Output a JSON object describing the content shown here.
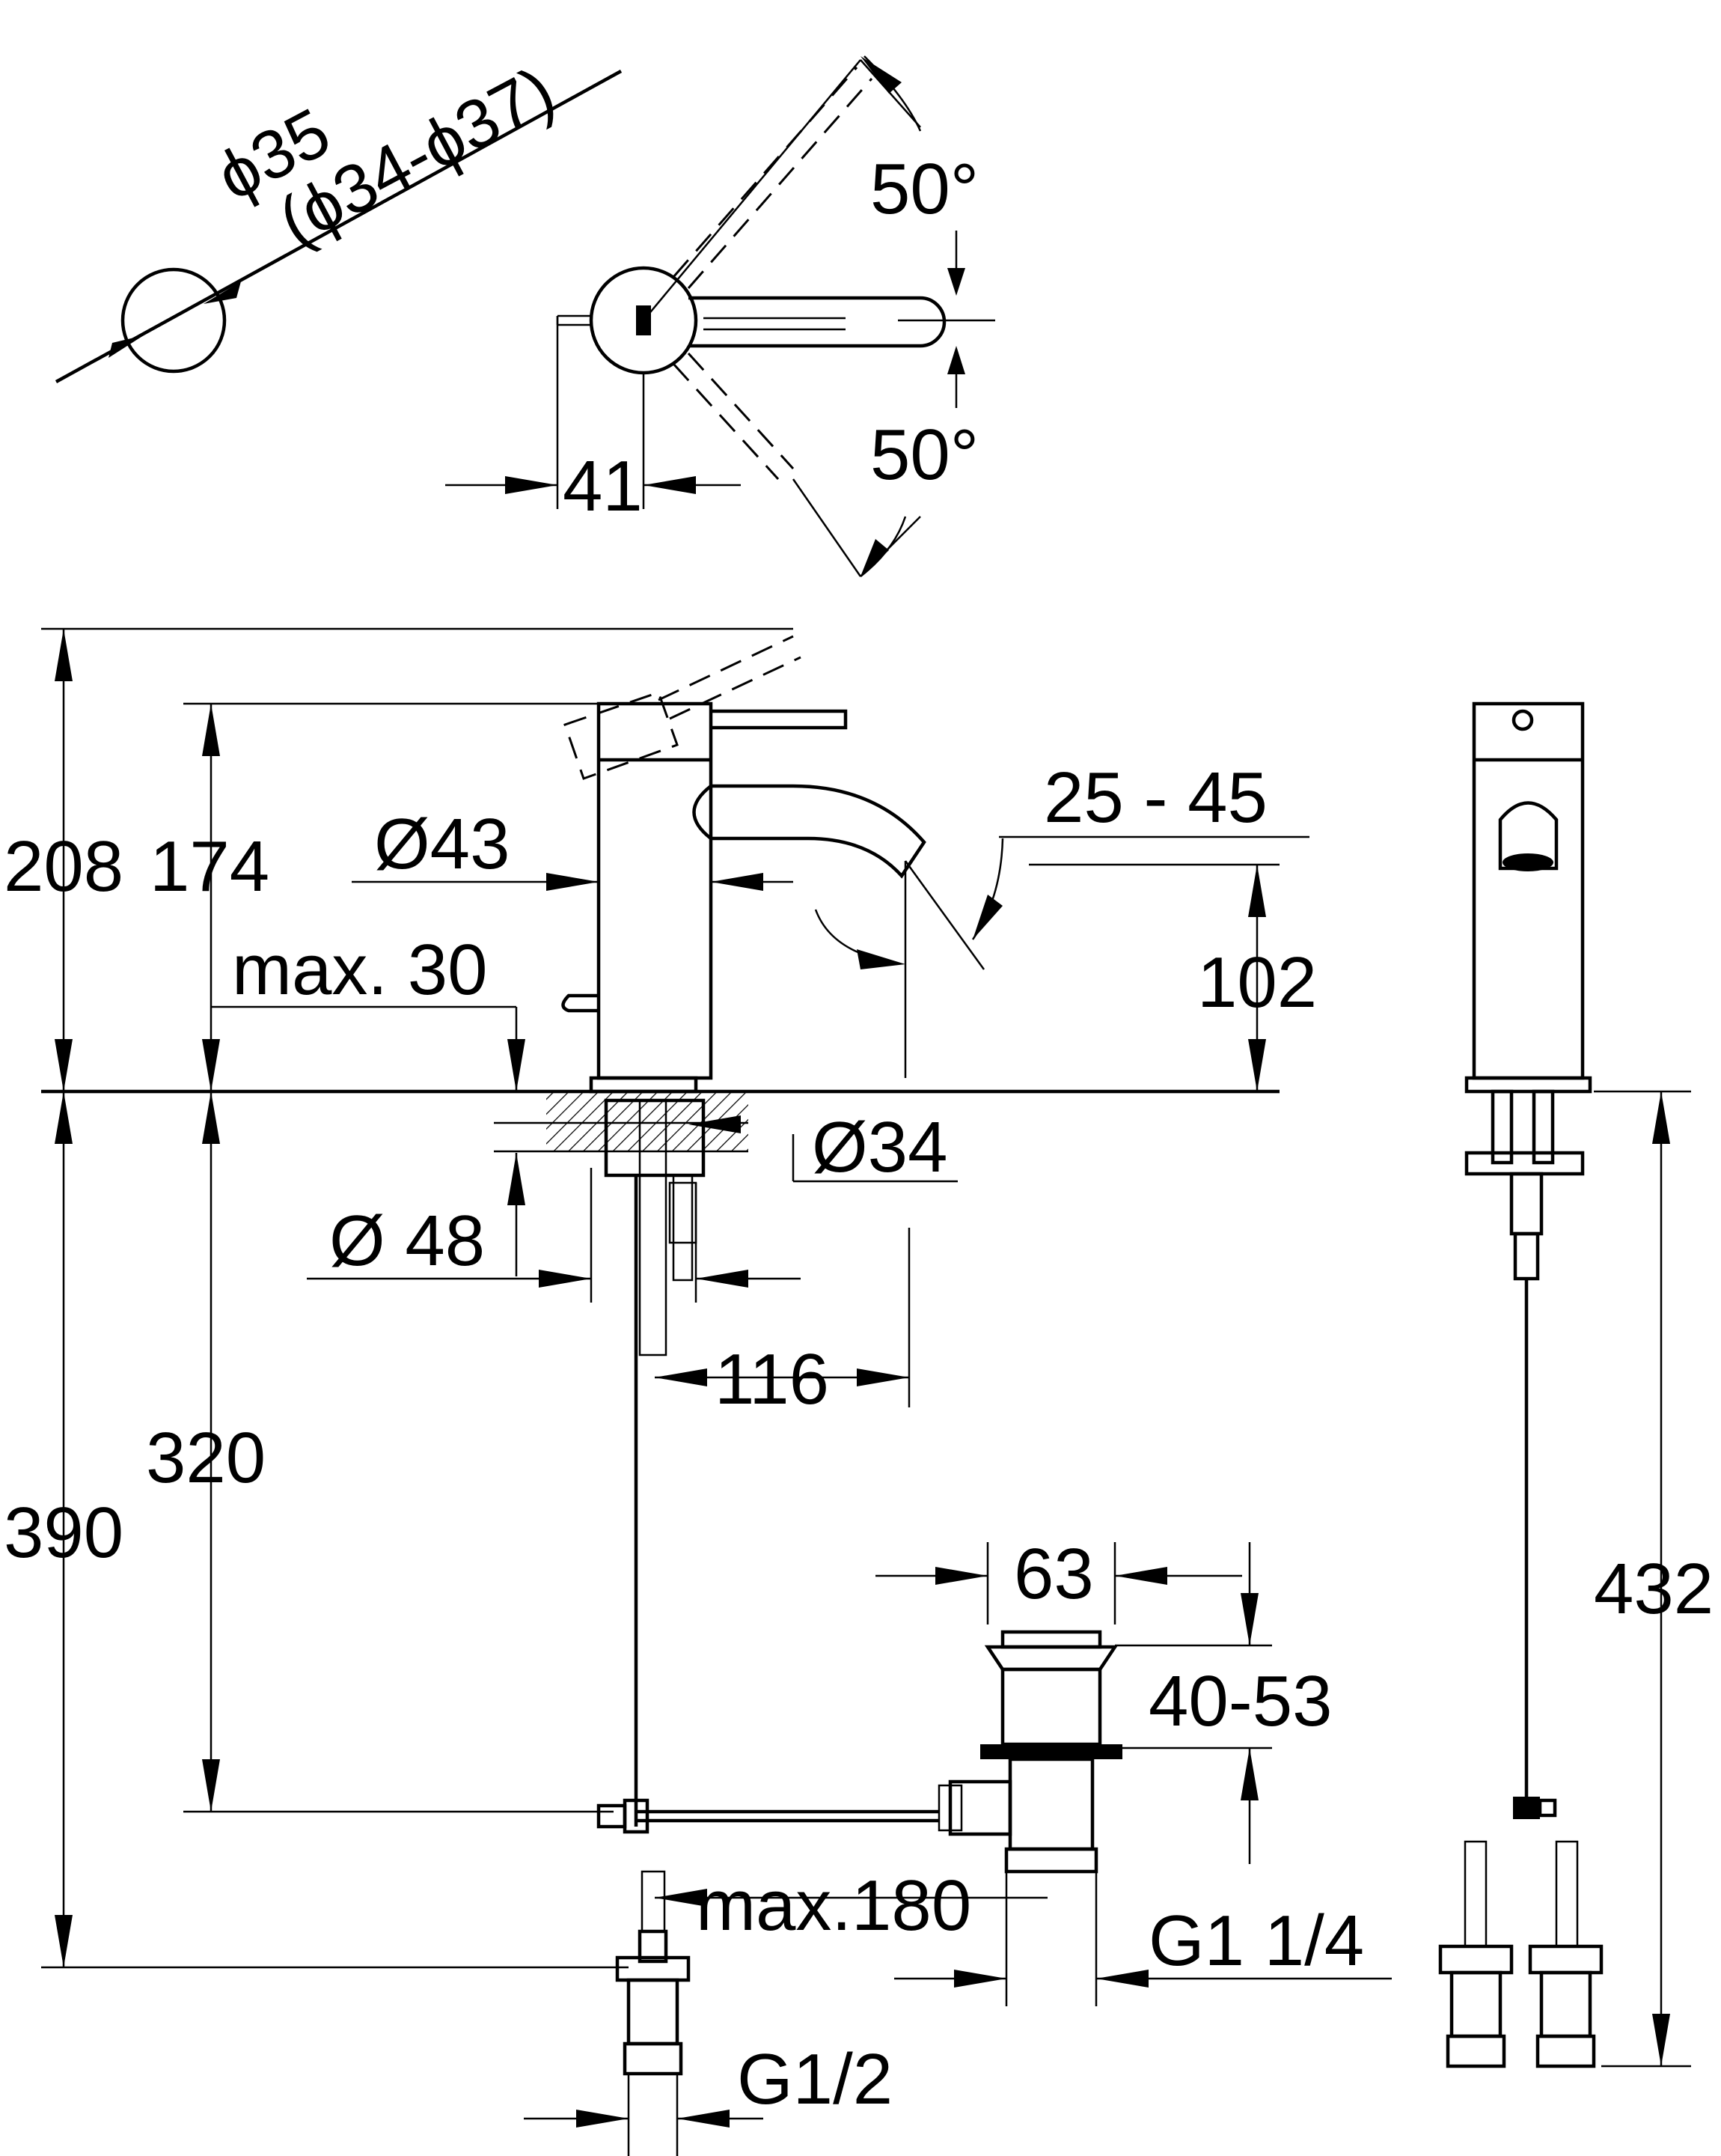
{
  "dimensions": {
    "diameter_hole": "ϕ35",
    "diameter_hole_range": "(ϕ34-ϕ37)",
    "lever_angle_top": "50°",
    "lever_angle_bottom": "50°",
    "lever_offset": "41",
    "total_height": "208",
    "body_height": "174",
    "body_diameter": "Ø43",
    "spout_angle": "25 - 45",
    "spout_height": "102",
    "deck_thickness": "max. 30",
    "shank_diameter": "Ø34",
    "base_diameter": "Ø 48",
    "spout_reach": "116",
    "below_deck_320": "320",
    "below_deck_390": "390",
    "waste_flange": "63",
    "waste_height": "40-53",
    "pull_rod": "max.180",
    "waste_thread": "G1 1/4",
    "supply_thread": "G1/2",
    "hose_length": "432"
  }
}
